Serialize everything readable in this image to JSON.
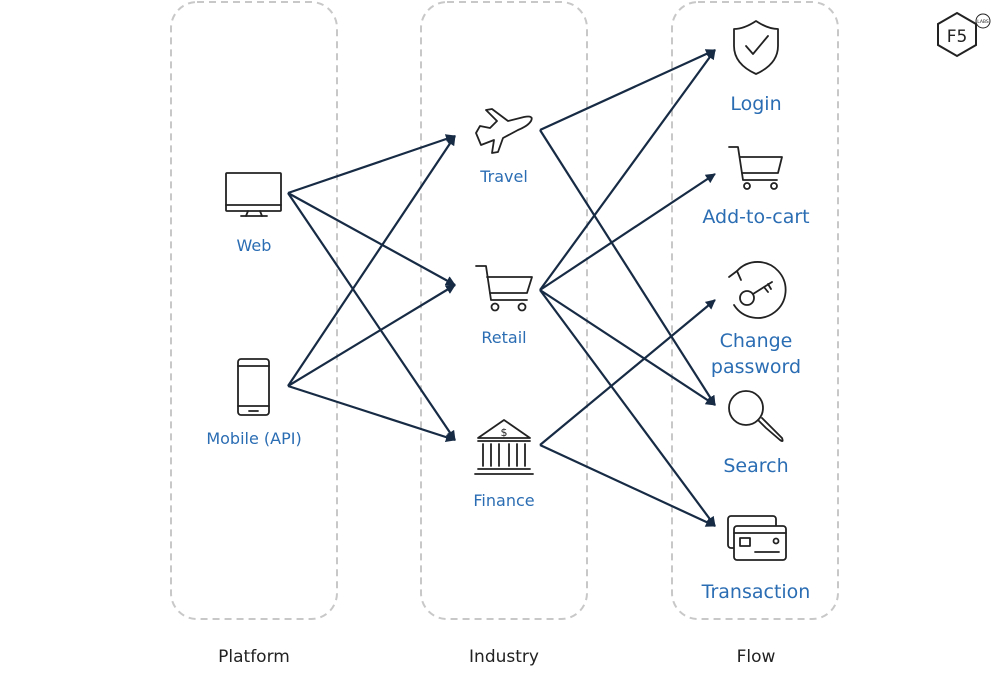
{
  "logo": {
    "main": "F5",
    "sub": "LABS"
  },
  "columns": {
    "platform": "Platform",
    "industry": "Industry",
    "flow": "Flow"
  },
  "nodes": {
    "web": "Web",
    "mobile": "Mobile (API)",
    "travel": "Travel",
    "retail": "Retail",
    "finance": "Finance",
    "login": "Login",
    "add_to_cart": "Add-to-cart",
    "change_password_1": "Change",
    "change_password_2": "password",
    "search": "Search",
    "transaction": "Transaction"
  },
  "edges": [
    [
      "web",
      "travel"
    ],
    [
      "web",
      "retail"
    ],
    [
      "web",
      "finance"
    ],
    [
      "mobile",
      "travel"
    ],
    [
      "mobile",
      "retail"
    ],
    [
      "mobile",
      "finance"
    ],
    [
      "travel",
      "login"
    ],
    [
      "travel",
      "search"
    ],
    [
      "retail",
      "login"
    ],
    [
      "retail",
      "add_to_cart"
    ],
    [
      "retail",
      "search"
    ],
    [
      "retail",
      "transaction"
    ],
    [
      "finance",
      "change_password"
    ],
    [
      "finance",
      "transaction"
    ]
  ],
  "colors": {
    "edge": "#172b45",
    "label": "#2b6db3",
    "lane": "#c8c8c8"
  }
}
